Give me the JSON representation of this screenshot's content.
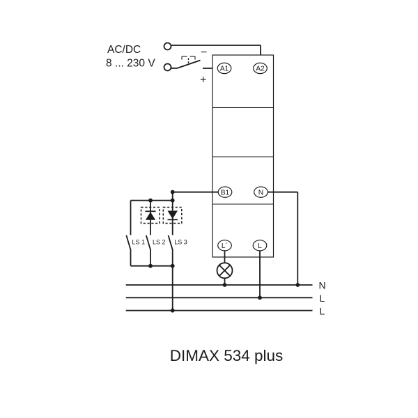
{
  "title": "DIMAX 534 plus",
  "supply": {
    "type_label": "AC/DC",
    "voltage_range": "8 ... 230 V",
    "minus_sign": "−",
    "plus_sign": "+"
  },
  "device": {
    "terminals": {
      "a1": "A1",
      "a2": "A2",
      "b1": "B1",
      "n": "N",
      "l_prime": "L´",
      "l": "L"
    }
  },
  "pushbuttons": [
    "LS 1",
    "LS 2",
    "LS 3"
  ],
  "bus_labels": [
    "N",
    "L",
    "L"
  ],
  "icons": {
    "lamp": "lamp-icon",
    "diode_up": "diode-cathode-up-icon",
    "diode_down": "diode-cathode-down-icon"
  },
  "colors": {
    "line": "#1c1c1c",
    "background": "#ffffff"
  }
}
